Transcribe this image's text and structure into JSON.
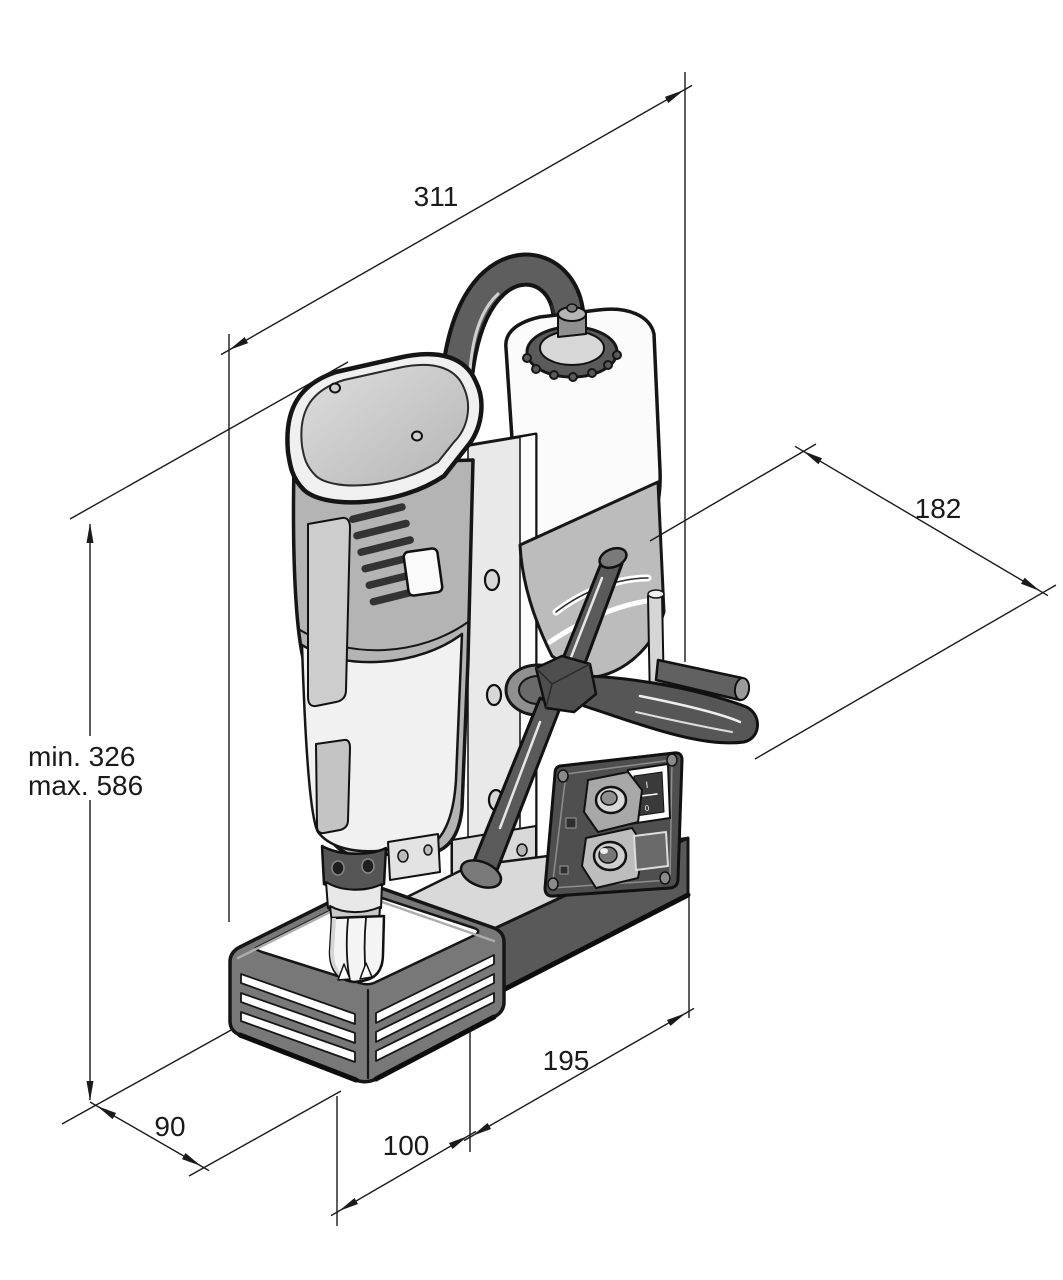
{
  "figure": {
    "background": "#ffffff",
    "ink": "#1a1a1a",
    "machine_grays": {
      "dark": "#575757",
      "mid": "#b4b4b4",
      "light": "#e9e9e9"
    },
    "dimensions": {
      "total_width": "311",
      "depth": "182",
      "height_min": "min. 326",
      "height_max": "max. 586",
      "base_width": "90",
      "base_front": "100",
      "base_side": "195"
    },
    "power_switch": {
      "on_label": "I",
      "off_label": "0"
    }
  }
}
